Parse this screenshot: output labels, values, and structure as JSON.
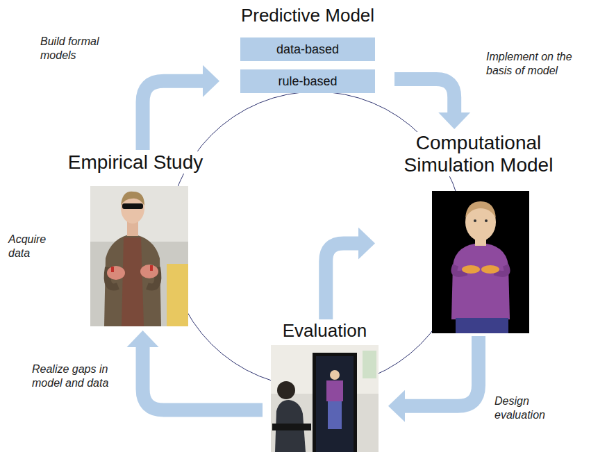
{
  "diagram": {
    "nodes": [
      {
        "text": [
          "Predictive Model"
        ]
      },
      {
        "text": [
          "data-based"
        ],
        "in": 0
      },
      {
        "text": [
          "rule-based"
        ],
        "in": 0
      },
      {
        "text": [
          "Computational Simulation Model"
        ]
      },
      {
        "text": [
          "Evaluation"
        ]
      },
      {
        "text": [
          "Empirical Study"
        ]
      }
    ],
    "edges": [
      {
        "from": 5,
        "to": 0,
        "arrow": "to",
        "label": "Build formal models"
      },
      {
        "from": 0,
        "to": 3,
        "arrow": "to",
        "label": "Implement on the basis of model"
      },
      {
        "from": 3,
        "to": 4,
        "arrow": "to",
        "label": "Design evaluation"
      },
      {
        "from": 4,
        "to": 5,
        "arrow": "to",
        "label": "Realize gaps in model and data"
      },
      {
        "from": 4,
        "to": 3,
        "arrow": "to"
      }
    ],
    "labels": [
      "Acquire data"
    ]
  }
}
